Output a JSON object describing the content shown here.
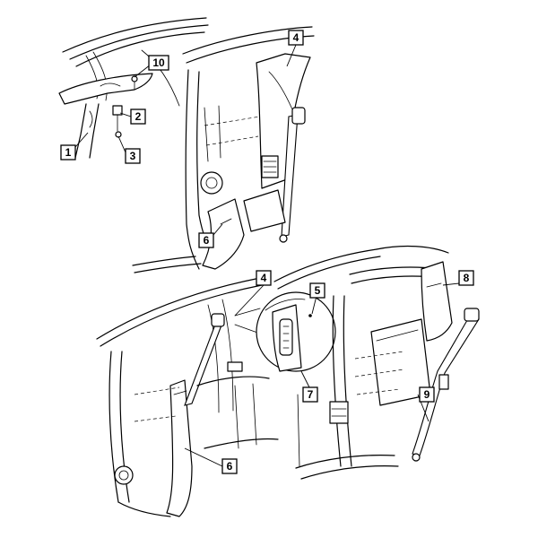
{
  "callouts": [
    {
      "id": "c1",
      "label": "1"
    },
    {
      "id": "c2",
      "label": "2"
    },
    {
      "id": "c3",
      "label": "3"
    },
    {
      "id": "c4a",
      "label": "4"
    },
    {
      "id": "c4b",
      "label": "4"
    },
    {
      "id": "c5",
      "label": "5"
    },
    {
      "id": "c6a",
      "label": "6"
    },
    {
      "id": "c6b",
      "label": "6"
    },
    {
      "id": "c7",
      "label": "7"
    },
    {
      "id": "c8",
      "label": "8"
    },
    {
      "id": "c9",
      "label": "9"
    },
    {
      "id": "c10",
      "label": "10"
    }
  ]
}
